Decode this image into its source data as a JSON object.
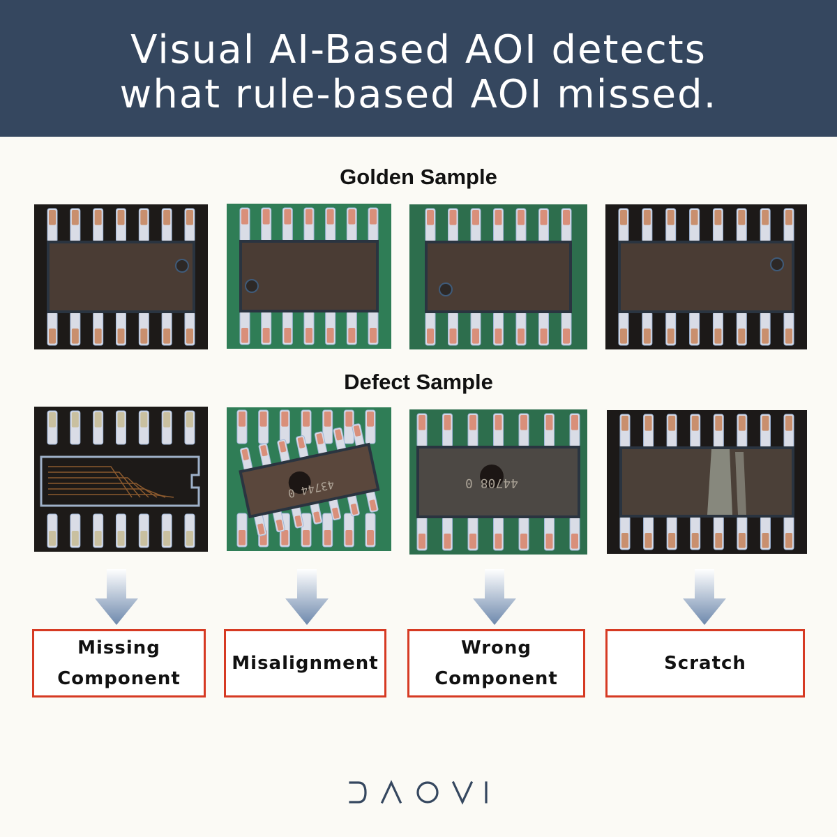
{
  "header": {
    "title_line1": "Visual AI-Based AOI detects",
    "title_line2": "what rule-based AOI missed."
  },
  "sections": {
    "golden_label": "Golden Sample",
    "defect_label": "Defect Sample"
  },
  "golden_images": [
    {
      "board_color": "#1d1a18",
      "note": "chip-dark-board"
    },
    {
      "board_color": "#2f7d56",
      "note": "chip-green-board"
    },
    {
      "board_color": "#2d6e4d",
      "note": "chip-green-board-u2"
    },
    {
      "board_color": "#1c1918",
      "note": "chip-dark-board"
    }
  ],
  "defect_images": [
    {
      "board_color": "#1d1a18",
      "defect": "missing"
    },
    {
      "board_color": "#2f7d56",
      "defect": "rotated",
      "chip_text": "43744 0"
    },
    {
      "board_color": "#2d6e4d",
      "defect": "wrong",
      "chip_text": "44708 0"
    },
    {
      "board_color": "#1c1918",
      "defect": "scratch"
    }
  ],
  "defects": [
    {
      "line1": "Missing",
      "line2": "Component"
    },
    {
      "line1": "Misalignment",
      "line2": ""
    },
    {
      "line1": "Wrong",
      "line2": "Component"
    },
    {
      "line1": "Scratch",
      "line2": ""
    }
  ],
  "logo": {
    "text": "DAOAI",
    "color": "#35475f"
  },
  "colors": {
    "banner": "#35475f",
    "background": "#fbfaf5",
    "box_border": "#d63a23",
    "arrow_top": "#ffffff",
    "arrow_bottom": "#6d88ac"
  }
}
